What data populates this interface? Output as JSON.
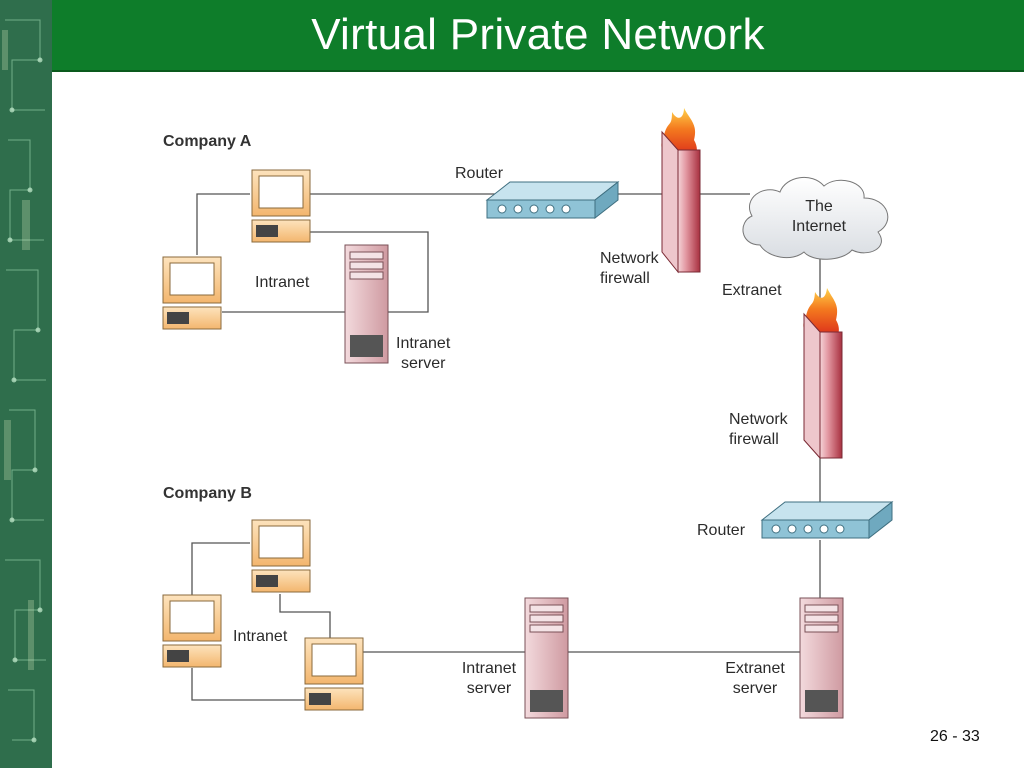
{
  "title": "Virtual Private Network",
  "page_number": "26 - 33",
  "company_a": {
    "heading": "Company A",
    "intranet_label": "Intranet",
    "server_label_line1": "Intranet",
    "server_label_line2": "server",
    "router_label": "Router",
    "firewall_label_line1": "Network",
    "firewall_label_line2": "firewall"
  },
  "internet": {
    "label_line1": "The",
    "label_line2": "Internet",
    "extranet_label": "Extranet"
  },
  "company_b": {
    "heading": "Company B",
    "intranet_label": "Intranet",
    "firewall_label_line1": "Network",
    "firewall_label_line2": "firewall",
    "router_label": "Router",
    "intranet_server_line1": "Intranet",
    "intranet_server_line2": "server",
    "extranet_server_line1": "Extranet",
    "extranet_server_line2": "server"
  },
  "colors": {
    "title_bar": "#0e7d2a",
    "side_strip": "#2c6b4a",
    "computer_fill": "#f6c88e",
    "server_fill": "#e9c3c7",
    "router_fill": "#8fc3d6",
    "firewall_fill": "#c03a4a",
    "flame": "#f26a1b"
  }
}
